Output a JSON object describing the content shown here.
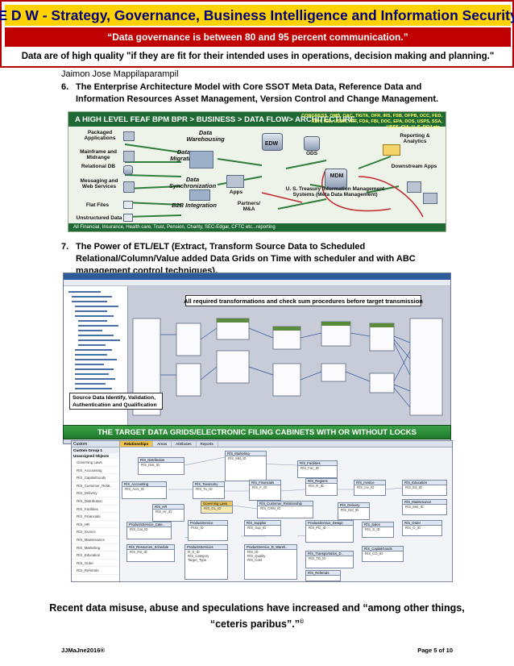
{
  "header": {
    "title": "E D W - Strategy, Governance, Business Intelligence and Information Security",
    "quote": "“Data governance is between 80 and 95 percent communication.”",
    "definition": "Data are of high quality \"if they are fit for their intended uses in operations, decision making and planning.\""
  },
  "author": "Jaimon Jose Mappilaparampil",
  "items": [
    {
      "num": "6.",
      "text": "The Enterprise Architecture Model with Core SSOT Meta Data, Reference Data and Information Resources Asset Management, Version Control and Change Management."
    },
    {
      "num": "7.",
      "text": "The Power of ETL/ELT (Extract, Transform Source Data to Scheduled Relational/Column/Value added Data Grids on Time with scheduler and with ABC management control techniques)."
    }
  ],
  "figure1": {
    "banner": "A HIGH LEVEL FEAF BPM BPR > BUSINESS > DATA FLOW> ARCHITECTURE",
    "agencies": "CONGRESS, OMB, OAC, TIGTA, OFR, IRS, FSB, OFPB, OCC, FED, ADH, ICE, USDA, ATF, FDA, FBI, DOC, EPA, DOS, USPS, SSA, USSS, CIA, U. S. DOJ etc..",
    "sources": [
      "Packaged Applications",
      "Mainframe and Midrange",
      "Relational DB",
      "Messaging and Web Services",
      "Flat Files",
      "Unstructured Data"
    ],
    "processes": [
      "Data Warehousing",
      "Data Migration",
      "Data Synchronization",
      "B2B Integration"
    ],
    "nodes": {
      "apps": "Apps",
      "edw": "EDW",
      "ods": "ODS",
      "mdm": "MDM",
      "partners": "Partners/ M&A"
    },
    "targets": [
      "Reporting & Analytics",
      "Downstream Apps"
    ],
    "treasury": "U. S. Treasury Information Management Systems (Meta Data Management)",
    "footer": "All Financial, Insurance, Health care, Trust, Pension, Charity, SEC-Edgar, CFTC etc...reporting"
  },
  "figure2": {
    "callout_top": "All required transformations and check sum procedures before target transmission",
    "callout_bottom": "Source Data Identify, Validation, Authentication and Qualification",
    "banner": "THE TARGET DATA GRIDS/ELECTRONIC FILING CABINETS WITH OR WITHOUT LOCKS"
  },
  "figure3": {
    "sidebar_header": "Custom",
    "sidebar_group": "Custom Group 1",
    "sidebar_subgroup": "Unassigned Objects",
    "sidebar_items": [
      "Governing Laws",
      "R/S_Accounting",
      "R/S_CapitalGoods",
      "R/S_Customer_Relat..",
      "R/S_Delivery",
      "R/S_Distribution",
      "R/S_Facilities",
      "R/S_Financials",
      "R/S_HR",
      "R/S_Invoice",
      "R/S_Maintenance",
      "R/S_Marketing",
      "R/S_Education",
      "R/S_Order",
      "R/S_Referrals"
    ],
    "tabs": [
      "Relationships",
      "Areas",
      "Attributes",
      "Reports"
    ],
    "entities": [
      "R/S_Distribution",
      "R/S_Marketing",
      "R/S_Facilities",
      "R/S_Accounting",
      "R/S_Taxonomy",
      "R/S_Financials",
      "R/S_Regions",
      "R/S_Invoice",
      "R/S_Education",
      "R/S_HR",
      "Governing Laws",
      "R/S_Customer_Relationship",
      "R/S_Delivery",
      "R/S_Maintenance",
      "ProductsService_Cate..",
      "ProductService",
      "R/S_Supplier",
      "ProductService_Design",
      "R/S_Sales",
      "R/S_Order",
      "R/S_Resources_Schedule",
      "ProductsServices",
      "ProductService_D_Wareh..",
      "R/S_Transportation_D..",
      "R/S_CapitalGoods",
      "R/S_Referrals"
    ]
  },
  "closing": {
    "line1": "Recent data misuse, abuse and speculations have increased and “among other things,",
    "line2": "“ceteris paribus”.”",
    "sup": "©"
  },
  "footer": {
    "left": "JJMaJne2016®",
    "right": "Page 5 of 10"
  },
  "colors": {
    "banner_border": "#b30000",
    "title_bg": "#ffd200",
    "title_text": "#000080",
    "quote_bg": "#c00000",
    "green": "#1f7a2c"
  }
}
